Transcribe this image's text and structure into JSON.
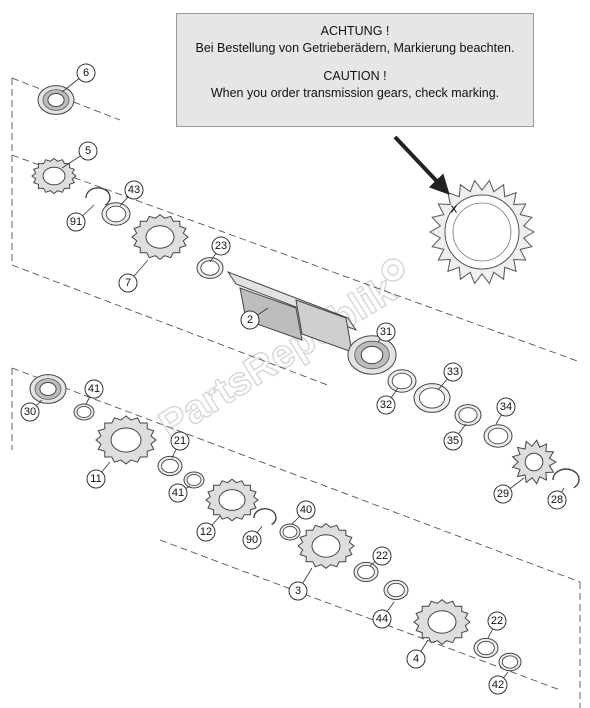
{
  "notice": {
    "de_title": "ACHTUNG !",
    "de_text": "Bei Bestellung von Getrieberädern, Markierung beachten.",
    "en_title": "CAUTION !",
    "en_text": "When you order transmission gears, check marking."
  },
  "watermark": "PartsRepublik",
  "gear_marking": "x",
  "callouts": [
    {
      "id": "6"
    },
    {
      "id": "5"
    },
    {
      "id": "91"
    },
    {
      "id": "43"
    },
    {
      "id": "7"
    },
    {
      "id": "23"
    },
    {
      "id": "2"
    },
    {
      "id": "31"
    },
    {
      "id": "33"
    },
    {
      "id": "32"
    },
    {
      "id": "34"
    },
    {
      "id": "35"
    },
    {
      "id": "29"
    },
    {
      "id": "28"
    },
    {
      "id": "30"
    },
    {
      "id": "41"
    },
    {
      "id": "21"
    },
    {
      "id": "11"
    },
    {
      "id": "41"
    },
    {
      "id": "12"
    },
    {
      "id": "90"
    },
    {
      "id": "40"
    },
    {
      "id": "3"
    },
    {
      "id": "22"
    },
    {
      "id": "44"
    },
    {
      "id": "22"
    },
    {
      "id": "4"
    },
    {
      "id": "42"
    }
  ]
}
